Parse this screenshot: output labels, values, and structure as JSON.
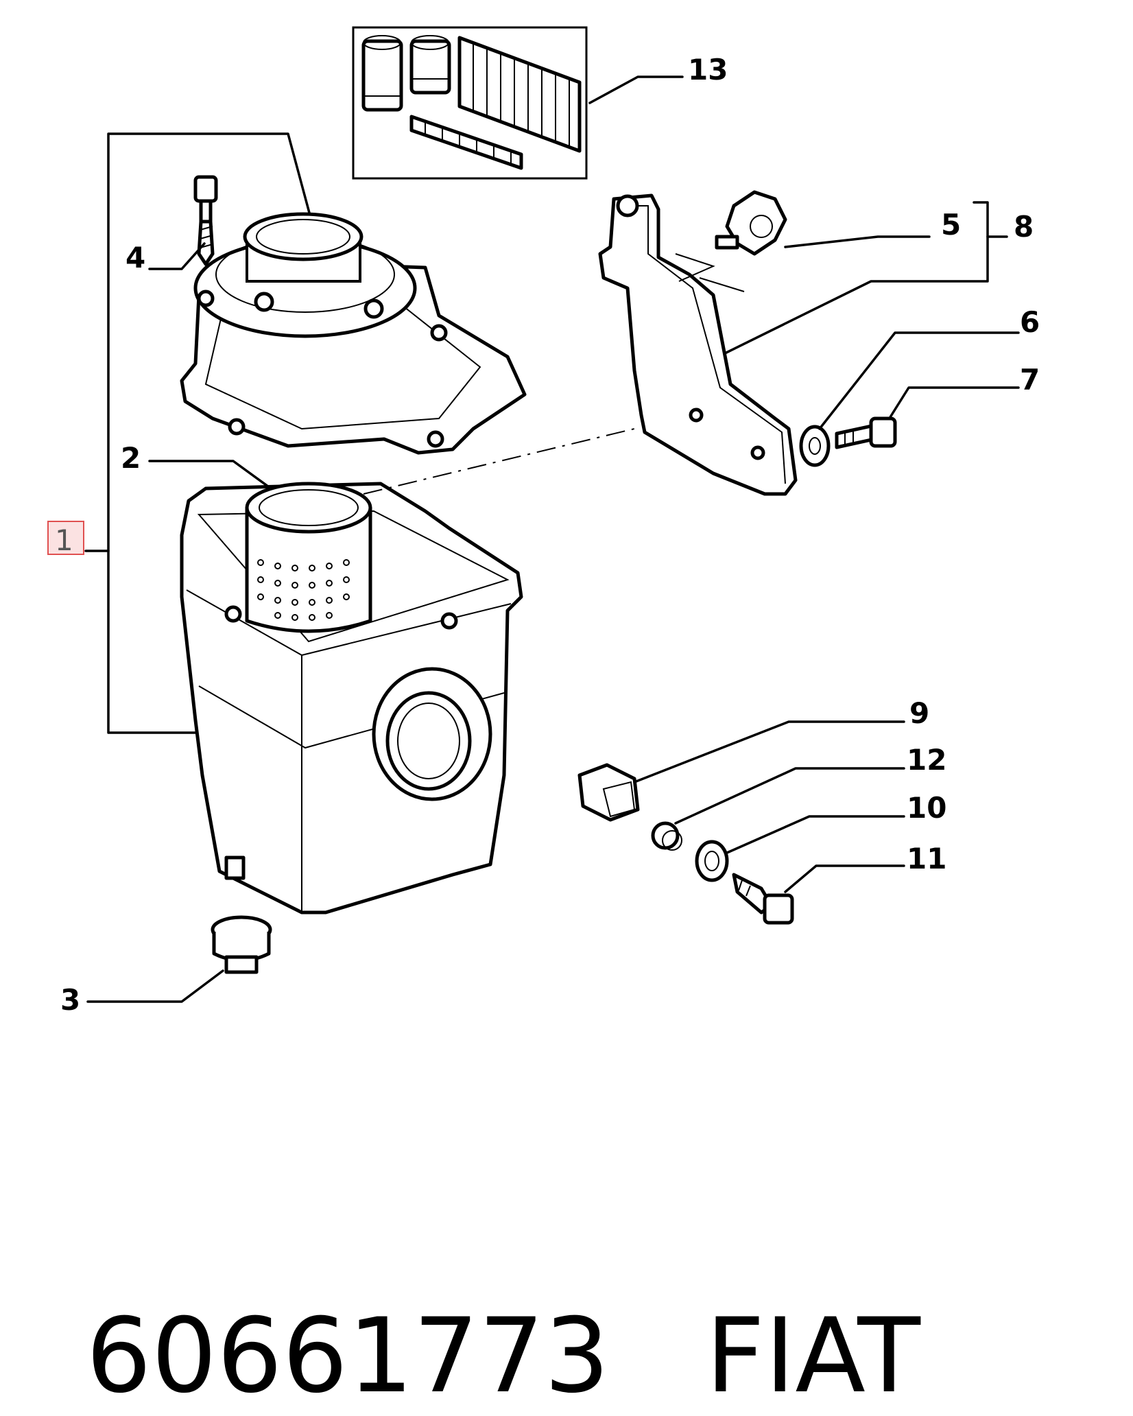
{
  "callouts": {
    "c1": "1",
    "c2": "2",
    "c3": "3",
    "c4": "4",
    "c5": "5",
    "c6": "6",
    "c7": "7",
    "c8": "8",
    "c9": "9",
    "c10": "10",
    "c11": "11",
    "c12": "12",
    "c13": "13"
  },
  "highlight_color": "#e05050",
  "footer": {
    "part_number": "60661773",
    "brand": "FIAT"
  }
}
